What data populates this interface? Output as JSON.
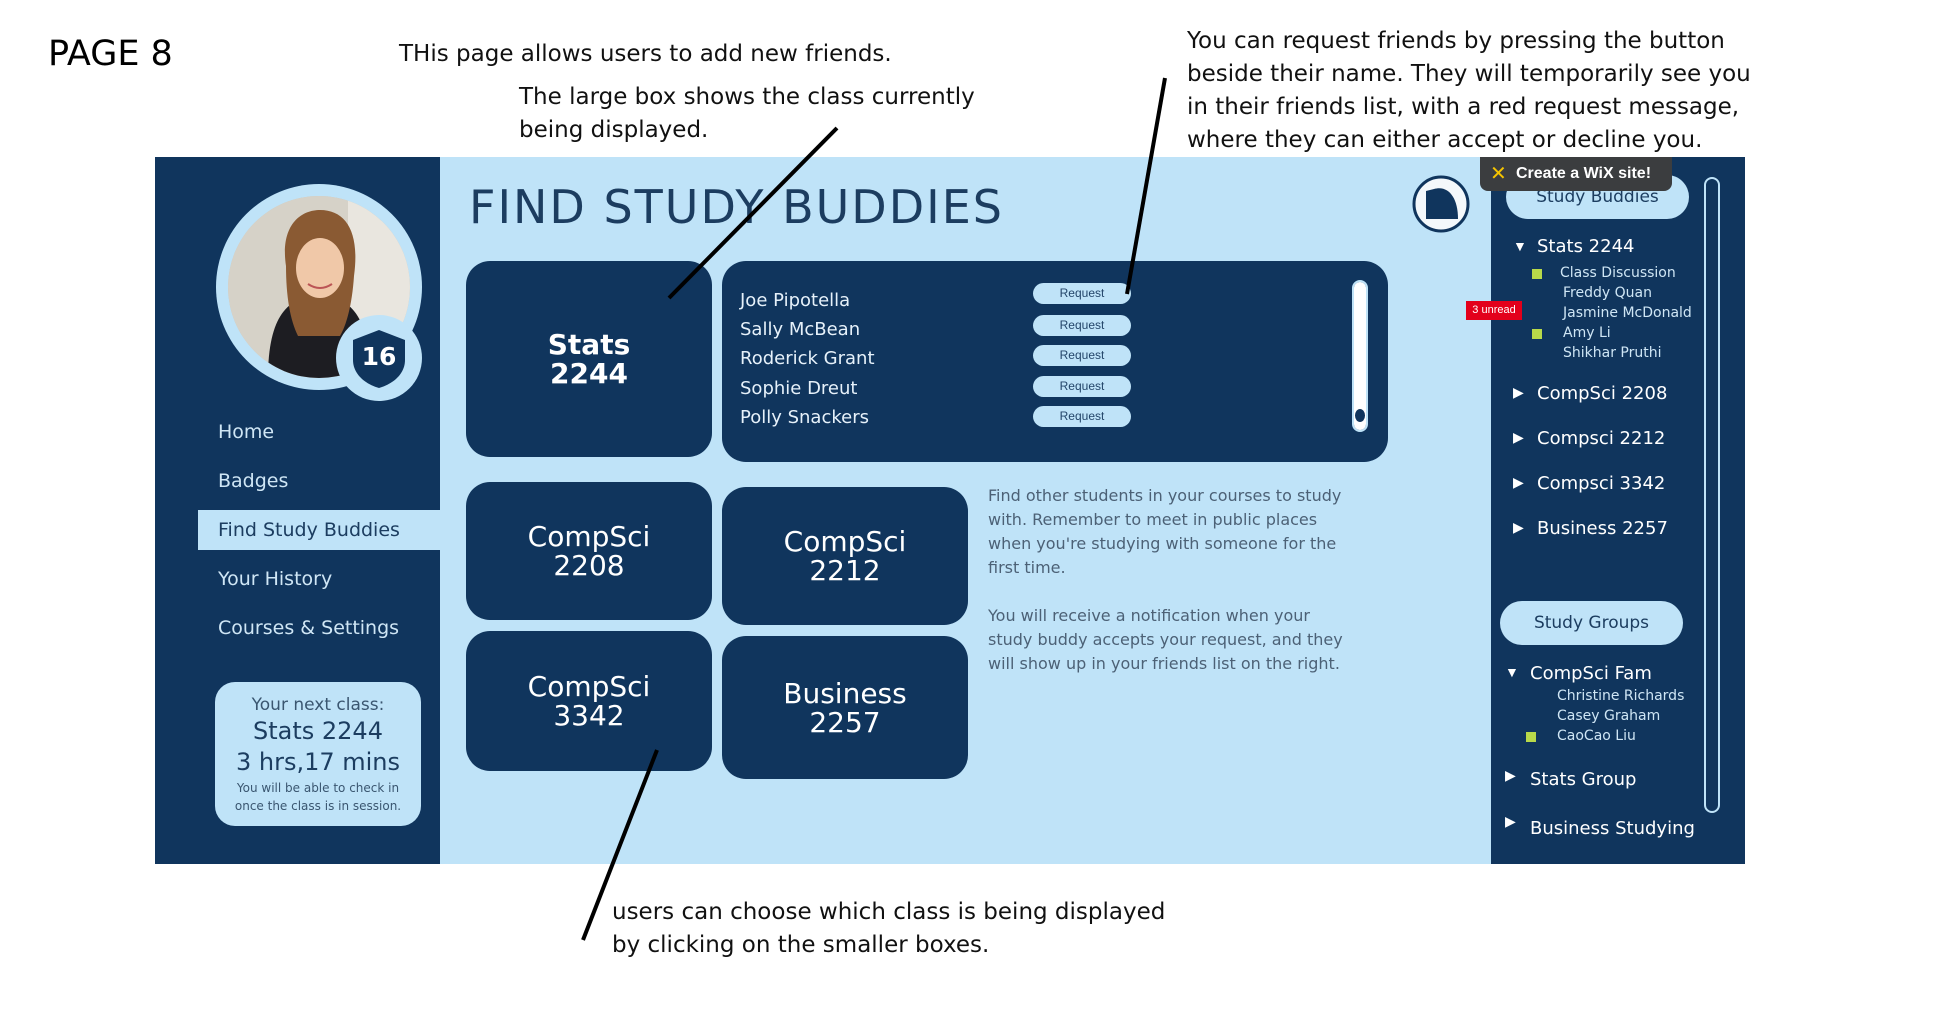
{
  "page_label": "PAGE 8",
  "annotations": {
    "top": "THis page allows users to add new friends.",
    "large_box": "The large box shows the class currently being displayed.",
    "request": "You can request friends by pressing the button beside their name. They will temporarily see you in their friends list, with a red request message, where they can either accept or decline you.",
    "bottom": "users can choose which class is being displayed by clicking on the smaller boxes."
  },
  "profile": {
    "badge_count": "16"
  },
  "nav": {
    "items": [
      {
        "label": "Home"
      },
      {
        "label": "Badges"
      },
      {
        "label": "Find Study Buddies",
        "active": true
      },
      {
        "label": "Your History"
      },
      {
        "label": "Courses & Settings"
      }
    ]
  },
  "next_class": {
    "title": "Your next class:",
    "course": "Stats 2244",
    "time": "3 hrs,17 mins",
    "note": "You will be able to check in once the class is in session."
  },
  "main": {
    "title": "FIND STUDY BUDDIES",
    "current_class": {
      "line1": "Stats",
      "line2": "2244"
    },
    "friends": [
      {
        "name": "Joe Pipotella",
        "button": "Request"
      },
      {
        "name": "Sally McBean",
        "button": "Request"
      },
      {
        "name": "Roderick Grant",
        "button": "Request"
      },
      {
        "name": "Sophie Dreut",
        "button": "Request"
      },
      {
        "name": "Polly Snackers",
        "button": "Request"
      }
    ],
    "other_classes": [
      {
        "line1": "CompSci",
        "line2": "2208"
      },
      {
        "line1": "CompSci",
        "line2": "2212"
      },
      {
        "line1": "CompSci",
        "line2": "3342"
      },
      {
        "line1": "Business",
        "line2": "2257"
      }
    ],
    "description_1": "Find other students in your courses to study with. Remember to meet in public places when you're studying with someone for the first time.",
    "description_2": "You will receive a notification when your study buddy accepts your request, and they will show up in your friends list on the right."
  },
  "wix_banner": {
    "text": "Create a WiX site!"
  },
  "right_sidebar": {
    "study_buddies_label": "Study Buddies",
    "courses": [
      {
        "name": "Stats 2244",
        "expanded": true
      },
      {
        "name": "CompSci 2208"
      },
      {
        "name": "Compsci 2212"
      },
      {
        "name": "Compsci 3342"
      },
      {
        "name": "Business 2257"
      }
    ],
    "stats_members": [
      "Class Discussion",
      "Freddy Quan",
      "Jasmine McDonald",
      "Amy Li",
      "Shikhar Pruthi"
    ],
    "unread": "3 unread",
    "study_groups_label": "Study Groups",
    "groups": [
      {
        "name": "CompSci Fam",
        "expanded": true
      },
      {
        "name": "Stats Group"
      },
      {
        "name": "Business Studying"
      }
    ],
    "compsci_fam_members": [
      "Christine Richards",
      "Casey Graham",
      "CaoCao Liu"
    ],
    "colors": {
      "online_dot": "#b8d94a",
      "unread_badge": "#e3001b"
    }
  },
  "colors": {
    "navy": "#10355d",
    "light_blue": "#bfe3f8"
  }
}
